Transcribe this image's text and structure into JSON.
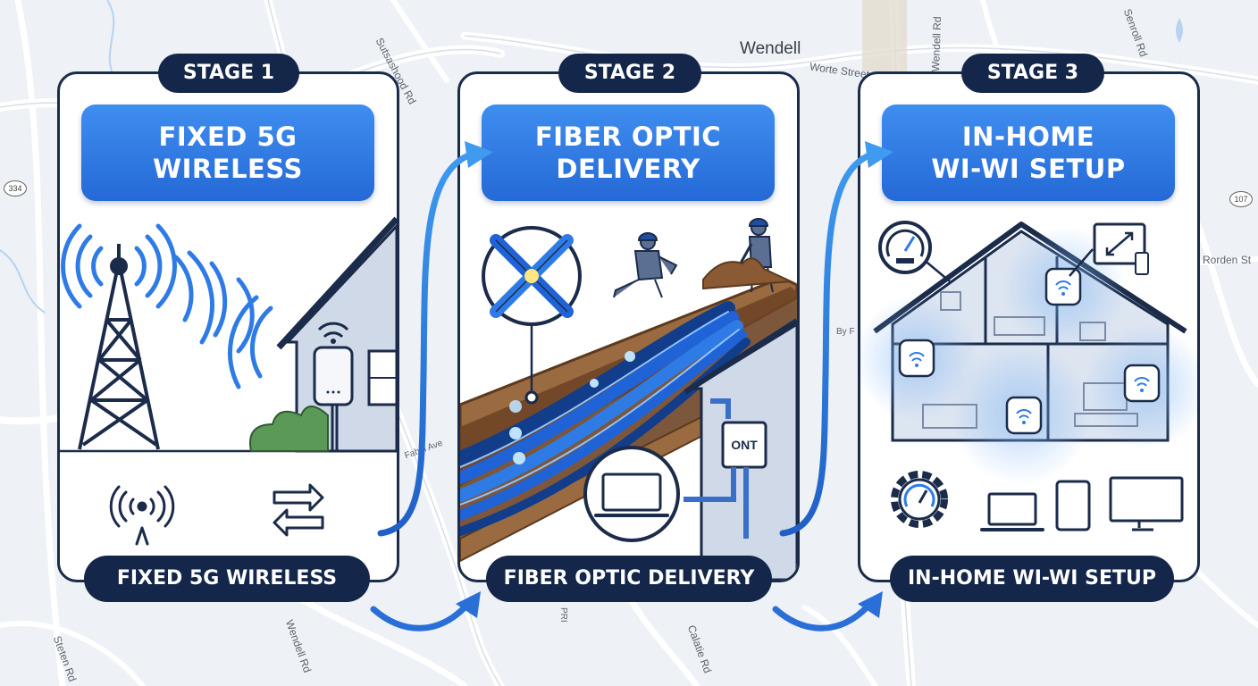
{
  "map": {
    "town": "Wendell",
    "streets": [
      "Sutsashood Rd",
      "Worte Street",
      "Wendell Rd",
      "Senroll Rd",
      "Rorden St",
      "By F",
      "Fabin Ave",
      "Wendell Rd",
      "Steten Rd",
      "Calatie Rd",
      "PRI"
    ],
    "shields": [
      "334",
      "107"
    ]
  },
  "stages": [
    {
      "pill": "STAGE 1",
      "title_line1": "FIXED 5G",
      "title_line2": "WIRELESS",
      "caption": "FIXED 5G WIRELESS",
      "icons": [
        "cell-tower-icon",
        "antenna-signal-icon",
        "transfer-arrows-icon",
        "outdoor-receiver-icon"
      ]
    },
    {
      "pill": "STAGE 2",
      "title_line1": "FIBER OPTIC",
      "title_line2": "DELIVERY",
      "caption": "FIBER OPTIC DELIVERY",
      "ont_label": "ONT",
      "icons": [
        "fiber-splice-icon",
        "worker-icon",
        "laptop-icon",
        "ont-box-icon"
      ]
    },
    {
      "pill": "STAGE 3",
      "title_line1": "IN-HOME",
      "title_line2": "WI-WI SETUP",
      "caption": "IN-HOME WI-WI SETUP",
      "icons": [
        "speed-gauge-icon",
        "expand-screen-icon",
        "wifi-router-icon",
        "settings-gear-icon",
        "laptop-icon",
        "tablet-icon",
        "monitor-icon"
      ]
    }
  ],
  "colors": {
    "navy": "#14274a",
    "blue": "#2f7be6",
    "fiber": "#1f63d6",
    "soil": "#8a5a35",
    "house": "#cfd9e8"
  }
}
